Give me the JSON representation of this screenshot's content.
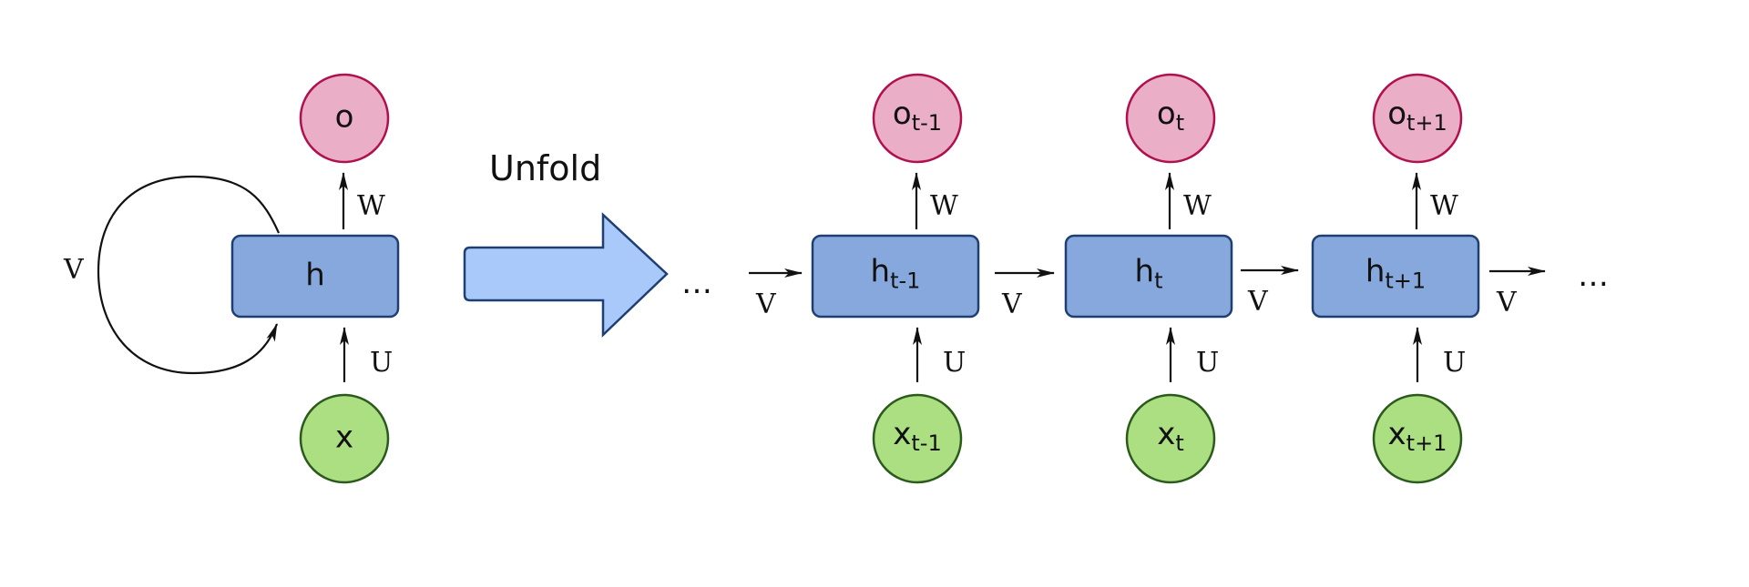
{
  "folded": {
    "output_node": "o",
    "hidden_node": "h",
    "input_node": "x",
    "recurrent_label": "V",
    "output_weight_label": "W",
    "input_weight_label": "U"
  },
  "unfold_label": "Unfold",
  "unrolled": {
    "leading_ellipsis": "…",
    "trailing_ellipsis": "…",
    "steps": [
      {
        "output_base": "o",
        "output_sub": "t-1",
        "hidden_base": "h",
        "hidden_sub": "t-1",
        "input_base": "x",
        "input_sub": "t-1",
        "w_label": "W",
        "u_label": "U"
      },
      {
        "output_base": "o",
        "output_sub": "t",
        "hidden_base": "h",
        "hidden_sub": "t",
        "input_base": "x",
        "input_sub": "t",
        "w_label": "W",
        "u_label": "U"
      },
      {
        "output_base": "o",
        "output_sub": "t+1",
        "hidden_base": "h",
        "hidden_sub": "t+1",
        "input_base": "x",
        "input_sub": "t+1",
        "w_label": "W",
        "u_label": "U"
      }
    ],
    "v_labels": [
      "V",
      "V",
      "V",
      "V"
    ]
  },
  "colors": {
    "hidden_fill": "#86a8dd",
    "hidden_stroke": "#1f3f73",
    "output_fill": "#eaaec6",
    "output_stroke": "#b0104e",
    "input_fill": "#abdf82",
    "input_stroke": "#2c5a1c",
    "unfold_arrow_fill": "#a9c9fb"
  }
}
